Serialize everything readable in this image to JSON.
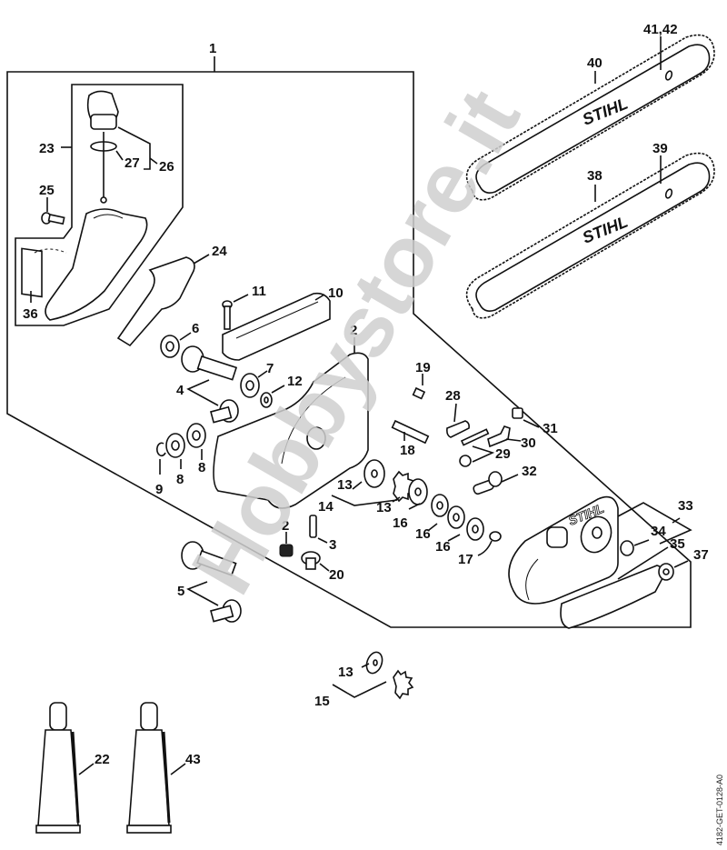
{
  "diagram": {
    "title": "Exploded parts diagram – pole saw gear head assembly",
    "document_code": "4182-GET-0128-A0",
    "watermark": "Hobbystore.it",
    "brand_text": "STIHL",
    "labels": {
      "l1": "1",
      "l2": "2",
      "l3": "3",
      "l4": "4",
      "l5": "5",
      "l6": "6",
      "l7": "7",
      "l8a": "8",
      "l8b": "8",
      "l9": "9",
      "l10": "10",
      "l11": "11",
      "l12": "12",
      "l13a": "13",
      "l13b": "13",
      "l13c": "13",
      "l14": "14",
      "l15": "15",
      "l16a": "16",
      "l16b": "16",
      "l16c": "16",
      "l17": "17",
      "l18": "18",
      "l19": "19",
      "l20": "20",
      "l21": "2",
      "l22": "22",
      "l23": "23",
      "l24": "24",
      "l25": "25",
      "l26": "26",
      "l27": "27",
      "l28": "28",
      "l29": "29",
      "l30": "30",
      "l31": "31",
      "l32": "32",
      "l33": "33",
      "l34": "34",
      "l35": "35",
      "l36": "36",
      "l37": "37",
      "l38": "38",
      "l39": "39",
      "l40": "40",
      "l4142": "41,42",
      "l43": "43"
    }
  }
}
